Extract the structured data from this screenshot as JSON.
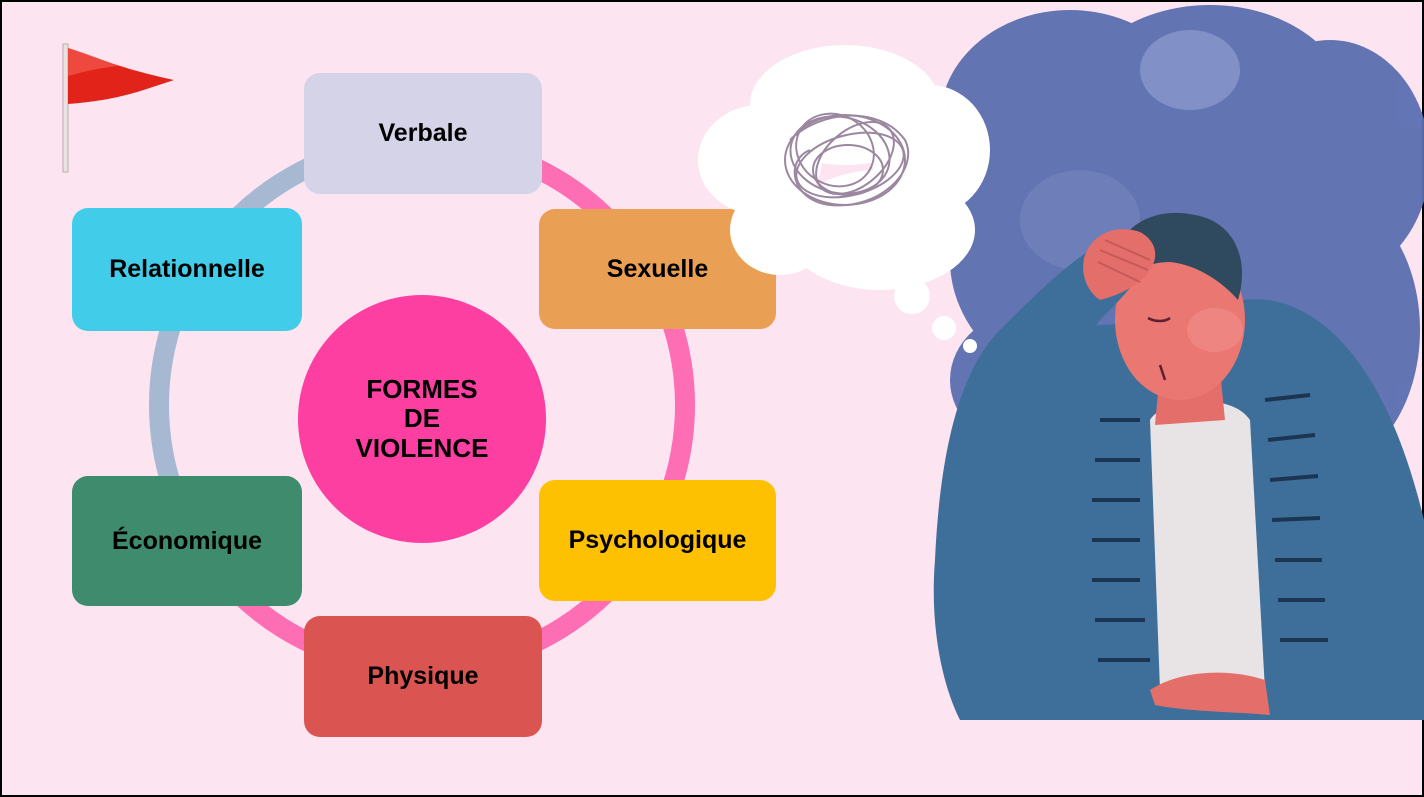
{
  "diagram": {
    "center": {
      "lines": [
        "FORMES",
        "DE",
        "VIOLENCE"
      ],
      "color": "#fd3fa2"
    },
    "nodes": [
      {
        "label": "Verbale",
        "color": "#d5d3e7"
      },
      {
        "label": "Sexuelle",
        "color": "#e9a054"
      },
      {
        "label": "Psychologique",
        "color": "#fec102"
      },
      {
        "label": "Physique",
        "color": "#da5552"
      },
      {
        "label": "Économique",
        "color": "#3f8b6e"
      },
      {
        "label": "Relationnelle",
        "color": "#41cde9"
      }
    ],
    "ring_colors": {
      "pink": "#fd6eb4",
      "blue": "#a7b8d2"
    }
  },
  "colors": {
    "background": "#fce4f1",
    "border": "#000000"
  },
  "illustration": {
    "subject": "worried-person-with-thought-bubble"
  },
  "icons": {
    "flag": "red-flag-icon"
  }
}
